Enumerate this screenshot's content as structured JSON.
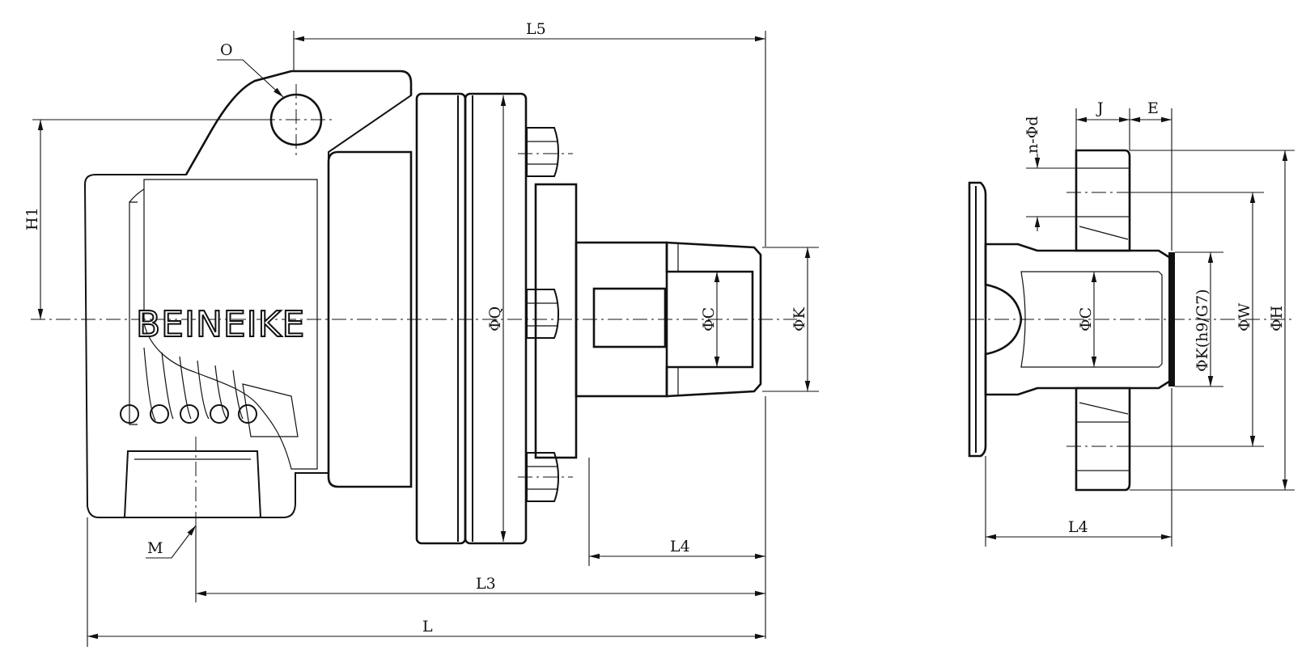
{
  "drawing": {
    "brand_text": "BEINEIKE",
    "main_view": {
      "labels": {
        "L5": "L5",
        "O": "O",
        "H1": "H1",
        "Q": "ΦQ",
        "C": "ΦC",
        "K": "ΦK",
        "M": "M",
        "L4": "L4",
        "L3": "L3",
        "L": "L"
      }
    },
    "flange_view": {
      "labels": {
        "nd": "n-Φd",
        "J": "J",
        "E": "E",
        "C": "ΦC",
        "K": "ΦK(h9/G7)",
        "W": "ΦW",
        "H": "ΦH",
        "L4": "L4"
      }
    }
  }
}
